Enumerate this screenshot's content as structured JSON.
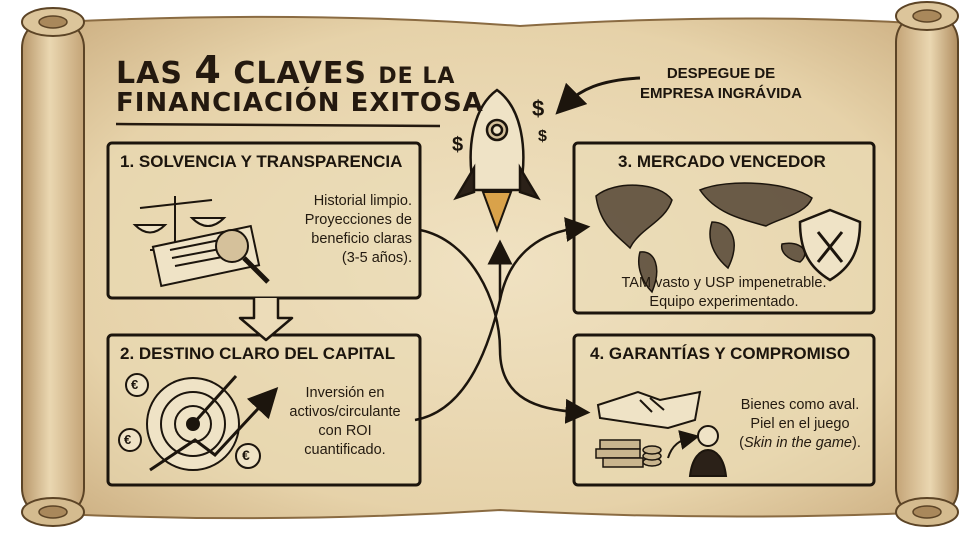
{
  "title": {
    "line1_a": "LAS",
    "line1_num": "4",
    "line1_b": "CLAVES",
    "line1_c": "DE LA",
    "line2": "FINANCIACIÓN EXITOSA"
  },
  "launch_label": {
    "line1": "DESPEGUE DE",
    "line2": "EMPRESA INGRÁVIDA"
  },
  "keys": [
    {
      "title": "1. SOLVENCIA Y TRANSPARENCIA",
      "lines": [
        "Historial limpio.",
        "Proyecciones de",
        "beneficio claras",
        "(3-5 años)."
      ]
    },
    {
      "title": "2. DESTINO CLARO DEL CAPITAL",
      "lines": [
        "Inversión en",
        "activos/circulante",
        "con ROI",
        "cuantificado."
      ]
    },
    {
      "title": "3. MERCADO VENCEDOR",
      "lines": [
        "TAM vasto y USP impenetrable.",
        "Equipo experimentado."
      ]
    },
    {
      "title": "4. GARANTÍAS Y COMPROMISO",
      "lines": [
        "Bienes como aval.",
        "Piel en el juego",
        "(Skin in the game)."
      ]
    }
  ],
  "symbols": {
    "dollar": "$",
    "euro": "€"
  },
  "colors": {
    "parchment": "#ecdcb9",
    "parchment_dark": "#c9ac7c",
    "ink": "#1c150d",
    "title_ink": "#24190f"
  }
}
